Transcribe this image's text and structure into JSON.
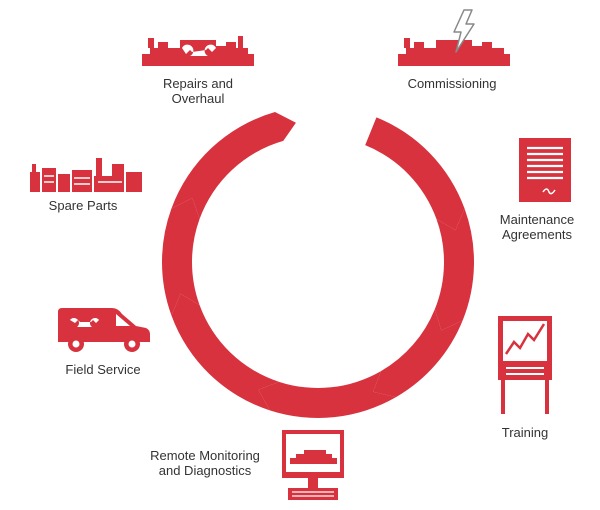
{
  "colors": {
    "accent": "#d7323e",
    "text": "#333333",
    "bolt": "#ffffff",
    "bolt_outline": "#888888"
  },
  "cycle": [
    {
      "label_lines": [
        "Repairs and",
        "Overhaul"
      ],
      "icon": "engine-wrench-icon"
    },
    {
      "label_lines": [
        "Commissioning"
      ],
      "icon": "engine-lightning-icon"
    },
    {
      "label_lines": [
        "Maintenance",
        "Agreements"
      ],
      "icon": "contract-document-icon"
    },
    {
      "label_lines": [
        "Training"
      ],
      "icon": "presentation-board-icon"
    },
    {
      "label_lines": [
        "Remote Monitoring",
        "and Diagnostics"
      ],
      "icon": "monitor-engine-icon"
    },
    {
      "label_lines": [
        "Field Service"
      ],
      "icon": "service-van-icon"
    },
    {
      "label_lines": [
        "Spare Parts"
      ],
      "icon": "engine-parts-icon"
    }
  ]
}
